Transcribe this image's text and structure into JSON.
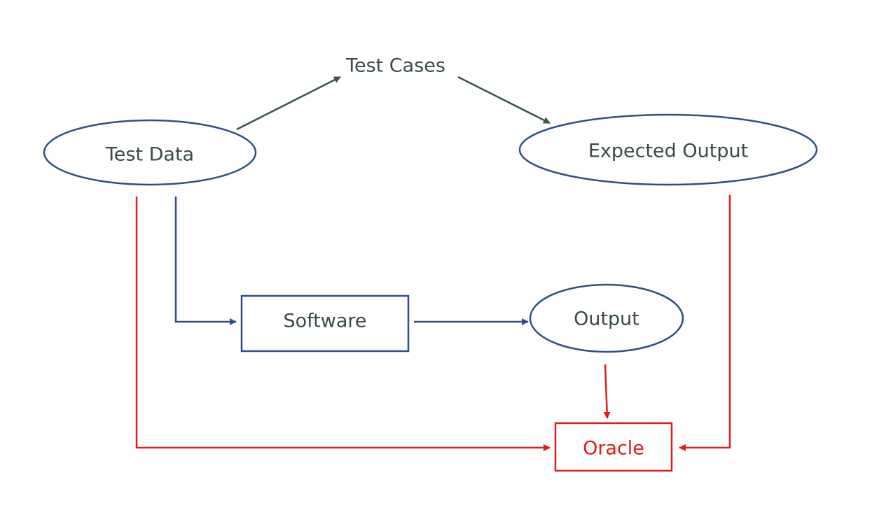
{
  "colors": {
    "node_outline": "#2F4F86",
    "label_text": "#3A4A44",
    "flow_dark": "#3D5448",
    "flow_blue": "#2F4F86",
    "flow_red": "#E01B1B",
    "oracle_text": "#E01B1B"
  },
  "nodes": {
    "test_data": {
      "label": "Test Data"
    },
    "test_cases": {
      "label": "Test Cases"
    },
    "expected_output": {
      "label": "Expected Output"
    },
    "software": {
      "label": "Software"
    },
    "output": {
      "label": "Output"
    },
    "oracle": {
      "label": "Oracle"
    }
  },
  "edges": [
    {
      "from": "test_data",
      "to": "test_cases"
    },
    {
      "from": "test_cases",
      "to": "expected_output"
    },
    {
      "from": "test_data",
      "to": "software"
    },
    {
      "from": "software",
      "to": "output"
    },
    {
      "from": "output",
      "to": "oracle"
    },
    {
      "from": "test_data",
      "to": "oracle"
    },
    {
      "from": "expected_output",
      "to": "oracle"
    }
  ]
}
